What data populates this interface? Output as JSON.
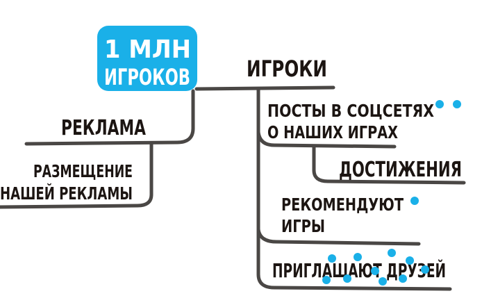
{
  "colors": {
    "accent": "#1ab0e8",
    "line": "#4a4745",
    "text": "#1c1512"
  },
  "root": {
    "line1": "1 МЛН",
    "line2": "ИГРОКОВ"
  },
  "branches": {
    "ads": {
      "label": "РЕКЛАМА",
      "child": {
        "line1": "РАЗМЕЩЕНИЕ",
        "line2": "НАШЕЙ РЕКЛАМЫ"
      }
    },
    "players": {
      "label": "ИГРОКИ",
      "children": [
        {
          "line1": "ПОСТЫ В СОЦСЕТЯХ",
          "line2": "О НАШИХ ИГРАХ",
          "child": "ДОСТИЖЕНИЯ"
        },
        {
          "line1": "РЕКОМЕНДУЮТ",
          "line2": "ИГРЫ"
        },
        {
          "line1": "ПРИГЛАШАЮТ ДРУЗЕЙ"
        }
      ]
    }
  }
}
